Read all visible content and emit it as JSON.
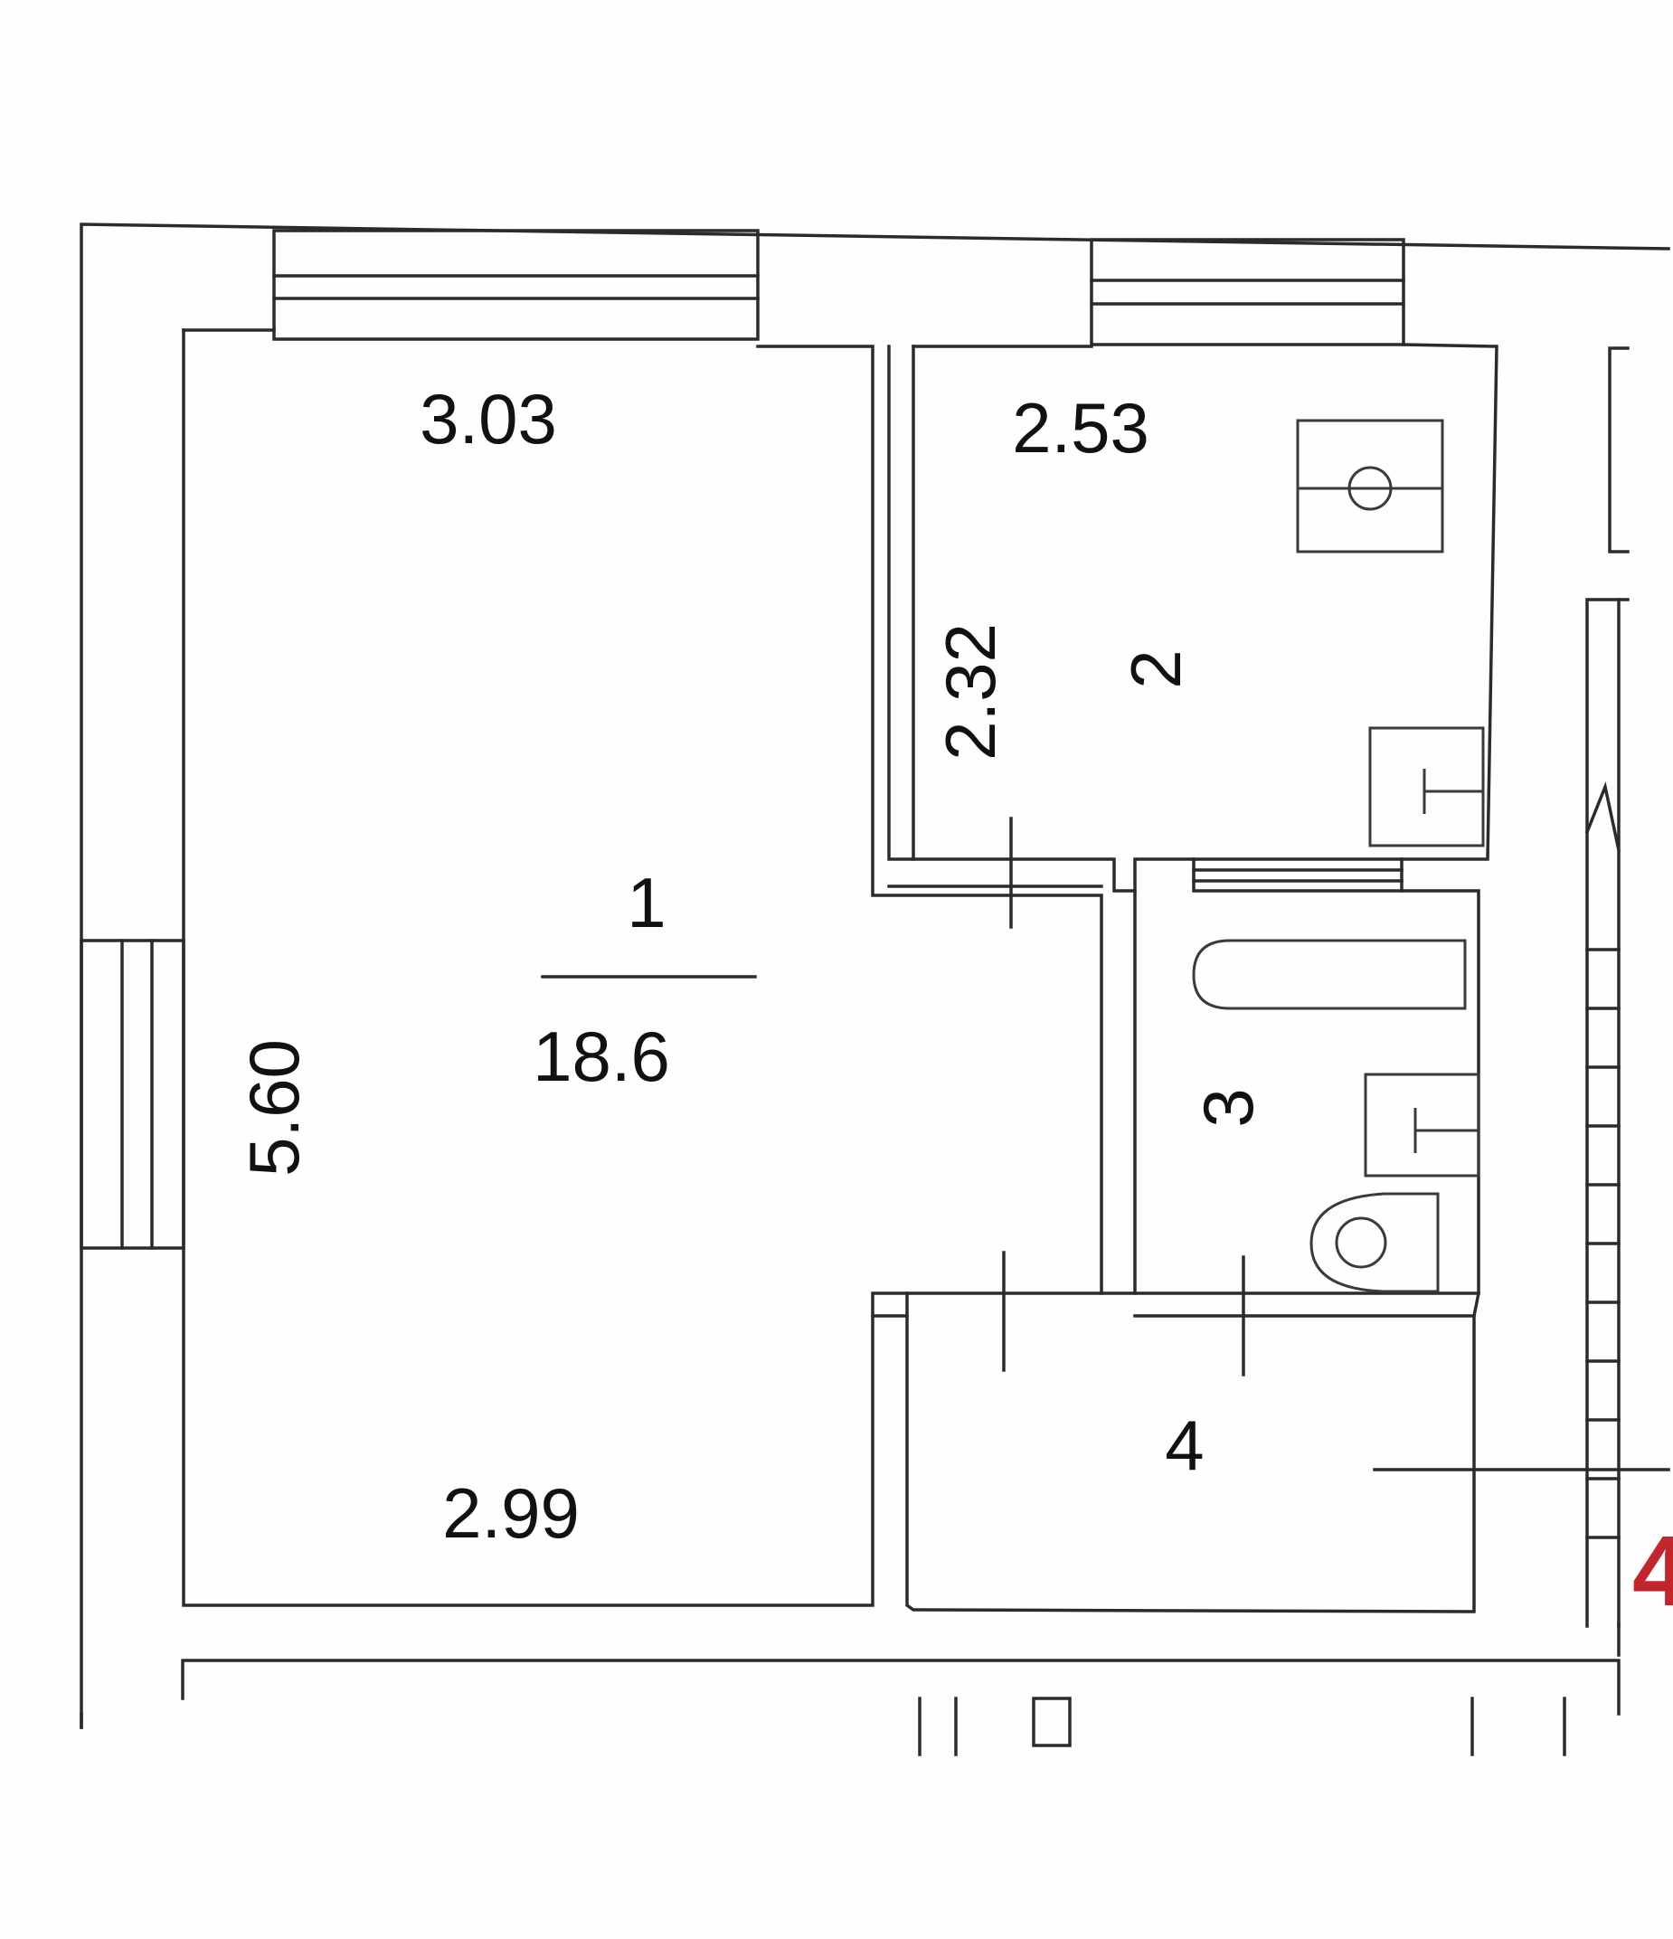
{
  "rooms": [
    {
      "number": "1",
      "area": "18.6"
    },
    {
      "number": "2"
    },
    {
      "number": "3"
    },
    {
      "number": "4"
    }
  ],
  "dimensions": {
    "room1_top": "3.03",
    "room1_left": "5.60",
    "room1_bottom": "2.99",
    "room2_top": "2.53",
    "room2_side": "2.32"
  },
  "edge_mark": "4",
  "colors": {
    "line": "#2b2b2b",
    "edge_mark": "#c0262c"
  }
}
